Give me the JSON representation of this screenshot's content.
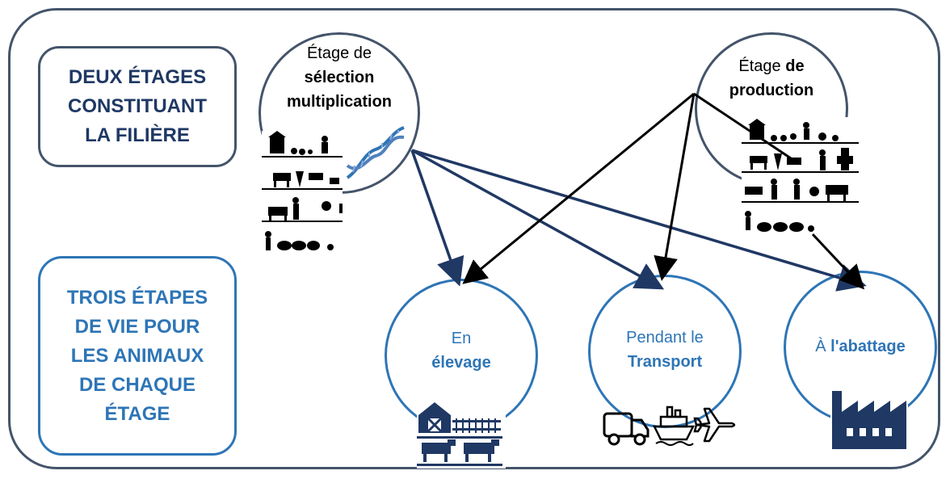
{
  "left_boxes": {
    "stages_title": [
      "DEUX ÉTAGES",
      "CONSTITUANT",
      "LA FILIÈRE"
    ],
    "life_steps_title": [
      "TROIS ÉTAPES",
      "DE VIE POUR",
      "LES ANIMAUX",
      "DE CHAQUE",
      "ÉTAGE"
    ]
  },
  "stages": {
    "selection": {
      "line1": "Étage de",
      "line2": "sélection",
      "line3": "multiplication"
    },
    "production": {
      "line1_prefix": "Étage ",
      "line1_bold": "de",
      "line2": "production"
    }
  },
  "steps": {
    "elevage": {
      "line1": "En",
      "line2": "élevage"
    },
    "transport": {
      "line1": "Pendant le",
      "line2": "Transport"
    },
    "abattage": {
      "prefix": "À ",
      "bold": "l'abattage"
    }
  },
  "colors": {
    "dark_navy": "#44546a",
    "text_navy": "#1f3864",
    "blue": "#2e75b6",
    "arrow_navy": "#203864",
    "arrow_black": "#000000"
  },
  "icons": [
    "farm-animals-icon",
    "dna-icon",
    "barn-livestock-icon",
    "truck-icon",
    "ship-icon",
    "airplane-icon",
    "factory-icon"
  ]
}
